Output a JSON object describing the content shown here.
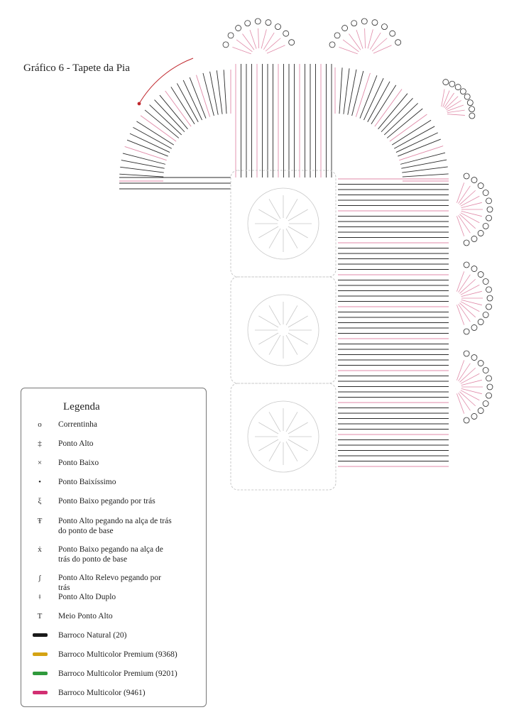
{
  "title": "Gráfico 6 - Tapete da Pia",
  "legend": {
    "heading": "Legenda",
    "symbols": [
      {
        "icon": "chain-icon",
        "glyph": "o",
        "label": "Correntinha"
      },
      {
        "icon": "double-crochet-icon",
        "glyph": "‡",
        "label": "Ponto Alto"
      },
      {
        "icon": "single-crochet-icon",
        "glyph": "×",
        "label": "Ponto Baixo"
      },
      {
        "icon": "slip-stitch-icon",
        "glyph": "•",
        "label": "Ponto Baixíssimo"
      },
      {
        "icon": "back-single-crochet-icon",
        "glyph": "ξ",
        "label": "Ponto Baixo pegando por trás"
      },
      {
        "icon": "back-loop-double-crochet-icon",
        "glyph": "Ŧ",
        "label": "Ponto Alto pegando na alça de trás do ponto de base"
      },
      {
        "icon": "back-loop-single-crochet-icon",
        "glyph": "ẋ",
        "label": "Ponto Baixo pegando na alça de trás do ponto de base"
      },
      {
        "icon": "back-post-double-crochet-icon",
        "glyph": "ʃ",
        "label": "Ponto Alto Relevo pegando por trás"
      },
      {
        "icon": "treble-crochet-icon",
        "glyph": "ǂ",
        "label": "Ponto Alto Duplo"
      },
      {
        "icon": "half-double-crochet-icon",
        "glyph": "T",
        "label": "Meio Ponto Alto"
      }
    ],
    "colors": [
      {
        "label": "Barroco Natural (20)",
        "color": "#1a1a1a"
      },
      {
        "label": "Barroco Multicolor Premium (9368)",
        "color": "#d4a313"
      },
      {
        "label": "Barroco Multicolor Premium (9201)",
        "color": "#2f9a3c"
      },
      {
        "label": "Barroco Multicolor (9461)",
        "color": "#d22f72"
      }
    ]
  }
}
